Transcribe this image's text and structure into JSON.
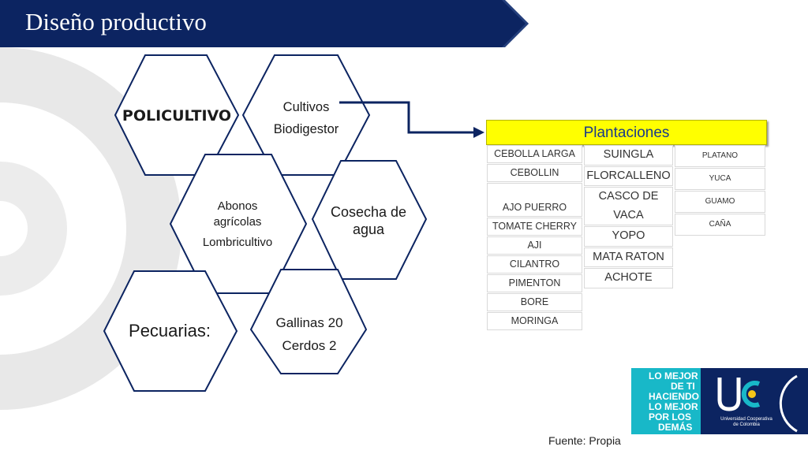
{
  "title": "Diseño productivo",
  "hexagons": {
    "policultivo": [
      "POLICULTIVO"
    ],
    "cultivos": [
      "Cultivos",
      "Biodigestor"
    ],
    "abonos": [
      "Abonos agrícolas",
      "Lombricultivo"
    ],
    "cosecha": [
      "Cosecha de agua"
    ],
    "pecuarias": [
      "Pecuarias:"
    ],
    "gallinas": [
      "Gallinas 20",
      "Cerdos 2"
    ]
  },
  "plantaciones": {
    "header": "Plantaciones",
    "col1": [
      "CEBOLLA LARGA",
      "CEBOLLIN",
      "AJO PUERRO",
      "TOMATE CHERRY",
      "AJI",
      "CILANTRO",
      "PIMENTON",
      "BORE",
      "MORINGA"
    ],
    "col2": [
      "SUINGLA",
      "FLORCALLENO",
      "CASCO DE VACA",
      "YOPO",
      "MATA RATON",
      "ACHOTE"
    ],
    "col3": [
      "PLATANO",
      "YUCA",
      "GUAMO",
      "CAÑA"
    ]
  },
  "logo": {
    "slogan": [
      "LO MEJOR",
      "DE TI",
      "HACIENDO",
      "LO MEJOR",
      "POR LOS",
      "DEMÁS"
    ],
    "university": [
      "Universidad Cooperativa",
      "de Colombia"
    ]
  },
  "source": "Fuente: Propia",
  "colors": {
    "navy": "#0c2461",
    "yellow": "#ffff00",
    "teal": "#18b8c8",
    "ring": "#e6e6e6"
  }
}
